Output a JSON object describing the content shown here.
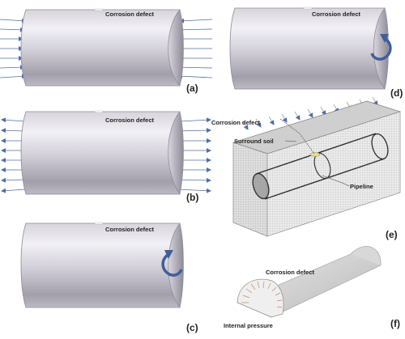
{
  "panels": {
    "a": {
      "label": "(a)",
      "defect": "Corrosion defect"
    },
    "b": {
      "label": "(b)",
      "defect": "Corrosion defect"
    },
    "c": {
      "label": "(c)",
      "defect": "Corrosion defect"
    },
    "d": {
      "label": "(d)",
      "defect": "Corrosion defect"
    },
    "e": {
      "label": "(e)",
      "defect": "Corrosion defect",
      "soil": "Surround soil",
      "pipeline": "Pipeline"
    },
    "f": {
      "label": "(f)",
      "defect": "Corrosion defect",
      "pressure": "Internal pressure"
    }
  },
  "colors": {
    "arrow": "#4f6fa6",
    "pipe_light": "#e9e7ef",
    "pipe_dark": "#9c98a6",
    "rotation": "#3f5f9a",
    "mesh": "#b9b9b9"
  },
  "icons": [
    "inward-arrows-icon",
    "outward-arrows-icon",
    "rotation-arrow-icon"
  ]
}
